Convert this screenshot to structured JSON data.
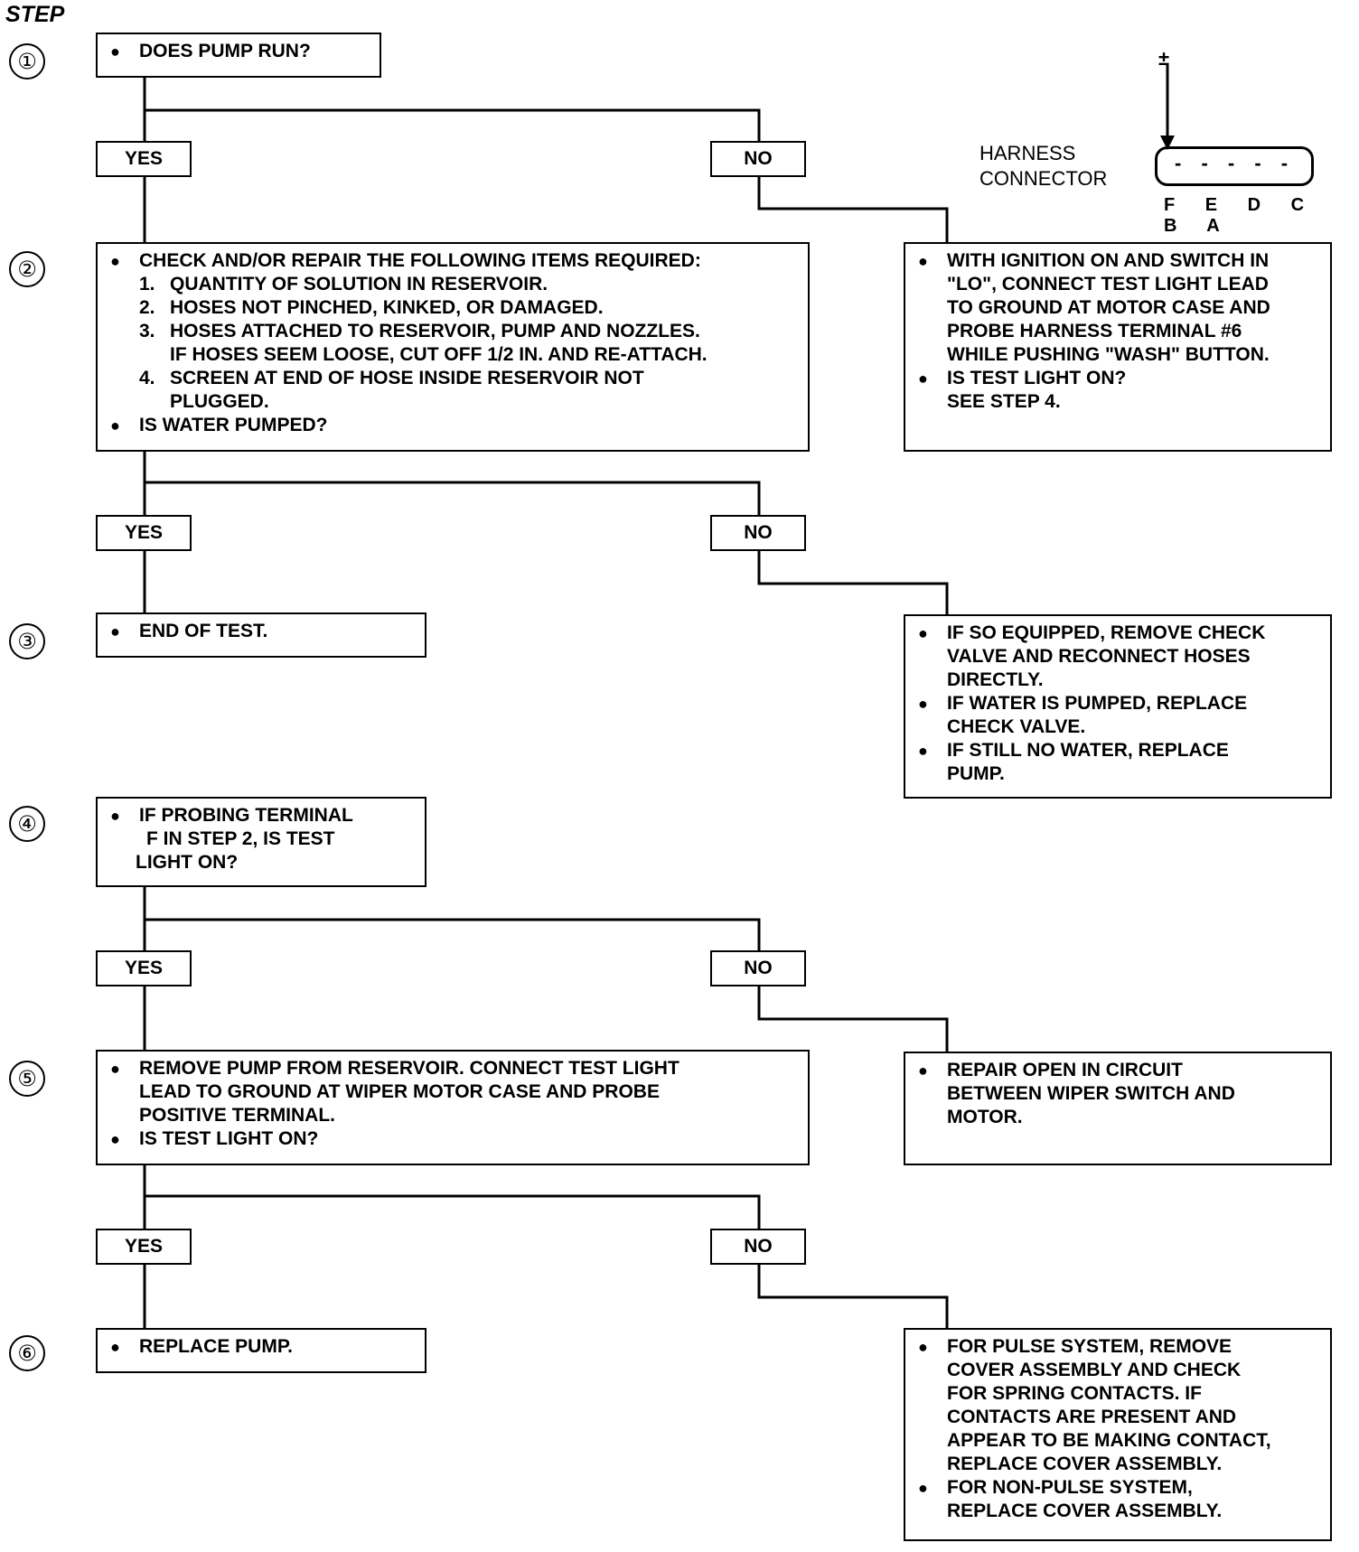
{
  "title": "STEP",
  "step_numbers": [
    "①",
    "②",
    "③",
    "④",
    "⑤",
    "⑥"
  ],
  "labels": {
    "yes": "YES",
    "no": "NO"
  },
  "bullet": "●",
  "harness": {
    "line1": "HARNESS",
    "line2": "CONNECTOR",
    "pins": "F E D C B A",
    "dashes": "- - - - -",
    "ground": "±"
  },
  "step1": {
    "question": "DOES PUMP RUN?"
  },
  "step2": {
    "intro": "CHECK AND/OR REPAIR THE FOLLOWING ITEMS REQUIRED:",
    "items": [
      {
        "n": "1.",
        "text": "QUANTITY OF SOLUTION IN RESERVOIR."
      },
      {
        "n": "2.",
        "text": "HOSES NOT PINCHED, KINKED, OR DAMAGED."
      },
      {
        "n": "3.",
        "text": "HOSES ATTACHED TO RESERVOIR, PUMP AND NOZZLES."
      },
      {
        "n": "",
        "text": "IF HOSES SEEM LOOSE, CUT OFF 1/2 IN. AND RE-ATTACH."
      },
      {
        "n": "4.",
        "text": "SCREEN AT END OF HOSE INSIDE RESERVOIR NOT"
      },
      {
        "n": "",
        "text": "PLUGGED."
      }
    ],
    "question": "IS WATER PUMPED?"
  },
  "step2_no": {
    "lines": [
      "WITH IGNITION ON AND SWITCH IN",
      "\"LO\", CONNECT TEST LIGHT LEAD",
      "TO GROUND AT MOTOR CASE AND",
      "PROBE HARNESS TERMINAL #6",
      "WHILE PUSHING \"WASH\" BUTTON."
    ],
    "question": "IS TEST LIGHT ON?",
    "see": "SEE STEP 4."
  },
  "step3": {
    "text": "END OF TEST."
  },
  "step3_no": {
    "b1": [
      "IF SO EQUIPPED, REMOVE CHECK",
      "VALVE AND RECONNECT HOSES",
      "DIRECTLY."
    ],
    "b2": [
      "IF WATER IS PUMPED, REPLACE",
      "CHECK VALVE."
    ],
    "b3": [
      "IF STILL NO WATER, REPLACE",
      "PUMP."
    ]
  },
  "step4": {
    "lines": [
      "IF PROBING TERMINAL",
      "F IN STEP 2, IS TEST",
      "LIGHT ON?"
    ]
  },
  "step4_no": {
    "lines": [
      "REPAIR OPEN IN CIRCUIT",
      "BETWEEN WIPER SWITCH AND",
      "MOTOR."
    ]
  },
  "step5": {
    "lines": [
      "REMOVE PUMP FROM RESERVOIR. CONNECT TEST LIGHT",
      "LEAD TO GROUND AT WIPER MOTOR CASE AND PROBE",
      "POSITIVE TERMINAL."
    ],
    "question": "IS TEST LIGHT ON?"
  },
  "step6": {
    "text": "REPLACE PUMP."
  },
  "step6_no": {
    "b1": [
      "FOR PULSE SYSTEM, REMOVE",
      "COVER ASSEMBLY AND CHECK",
      "FOR SPRING CONTACTS. IF",
      "CONTACTS ARE PRESENT AND",
      "APPEAR TO BE MAKING CONTACT,",
      "REPLACE COVER ASSEMBLY."
    ],
    "b2": [
      "FOR NON-PULSE SYSTEM,",
      "REPLACE COVER ASSEMBLY."
    ]
  }
}
